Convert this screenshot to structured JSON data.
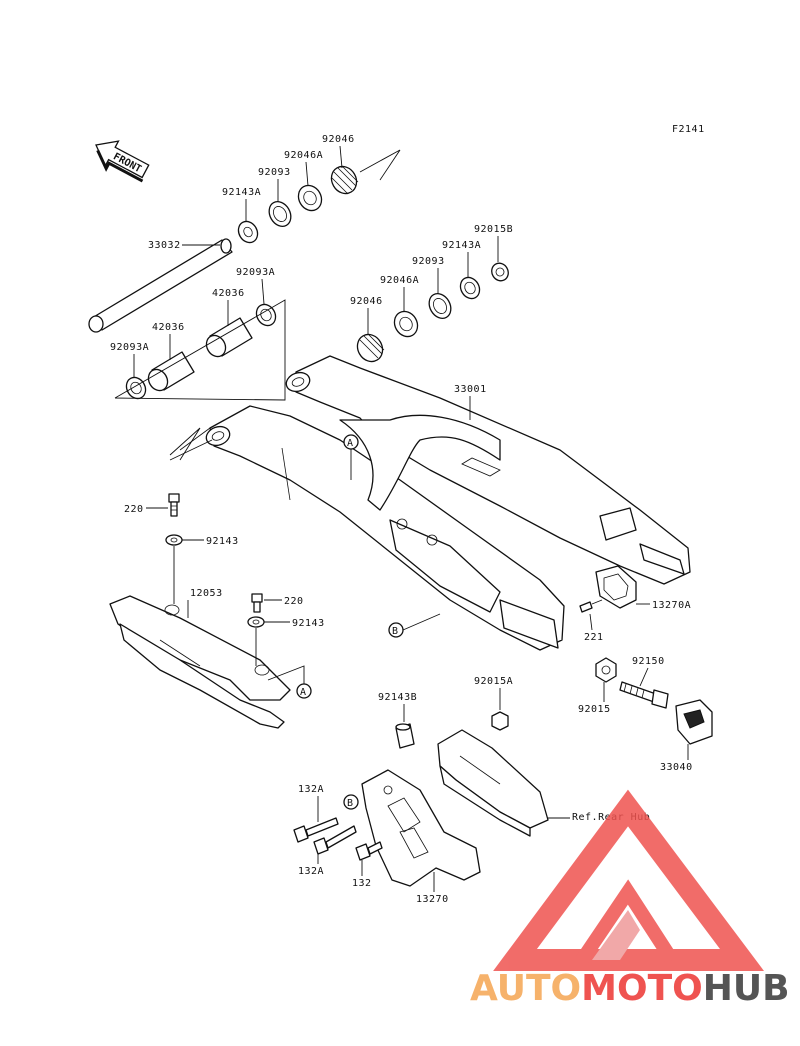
{
  "figure_code": "F2141",
  "front_label": "FRONT",
  "ref_labels": {
    "a": "A",
    "b": "B"
  },
  "callouts": [
    {
      "id": "c92046_top",
      "text": "92046"
    },
    {
      "id": "c92046A_top",
      "text": "92046A"
    },
    {
      "id": "c92093_top",
      "text": "92093"
    },
    {
      "id": "c92143A_top",
      "text": "92143A"
    },
    {
      "id": "c33032",
      "text": "33032"
    },
    {
      "id": "c92093A_mid",
      "text": "92093A"
    },
    {
      "id": "c42036_upper",
      "text": "42036"
    },
    {
      "id": "c42036_lower",
      "text": "42036"
    },
    {
      "id": "c92093A_low",
      "text": "92093A"
    },
    {
      "id": "c92015B",
      "text": "92015B"
    },
    {
      "id": "c92143A_right",
      "text": "92143A"
    },
    {
      "id": "c92093_right",
      "text": "92093"
    },
    {
      "id": "c92046A_right",
      "text": "92046A"
    },
    {
      "id": "c92046_right",
      "text": "92046"
    },
    {
      "id": "c33001",
      "text": "33001"
    },
    {
      "id": "c220_a",
      "text": "220"
    },
    {
      "id": "c92143_a",
      "text": "92143"
    },
    {
      "id": "c12053",
      "text": "12053"
    },
    {
      "id": "c220_b",
      "text": "220"
    },
    {
      "id": "c92143_b",
      "text": "92143"
    },
    {
      "id": "c13270A",
      "text": "13270A"
    },
    {
      "id": "c221",
      "text": "221"
    },
    {
      "id": "c92150",
      "text": "92150"
    },
    {
      "id": "c92015",
      "text": "92015"
    },
    {
      "id": "c33040",
      "text": "33040"
    },
    {
      "id": "c92143B",
      "text": "92143B"
    },
    {
      "id": "c92015A",
      "text": "92015A"
    },
    {
      "id": "c132A_top",
      "text": "132A"
    },
    {
      "id": "cRef",
      "text": "Ref.Rear Hub"
    },
    {
      "id": "c132A_bot",
      "text": "132A"
    },
    {
      "id": "c132",
      "text": "132"
    },
    {
      "id": "c13270",
      "text": "13270"
    }
  ],
  "watermark": {
    "part1": "AUTO",
    "part2": "MOTO",
    "part3": "HUB"
  },
  "colors": {
    "line": "#111111",
    "wm_orange": "#f6b26b",
    "wm_red": "#ef5350",
    "wm_gray": "#555555"
  }
}
